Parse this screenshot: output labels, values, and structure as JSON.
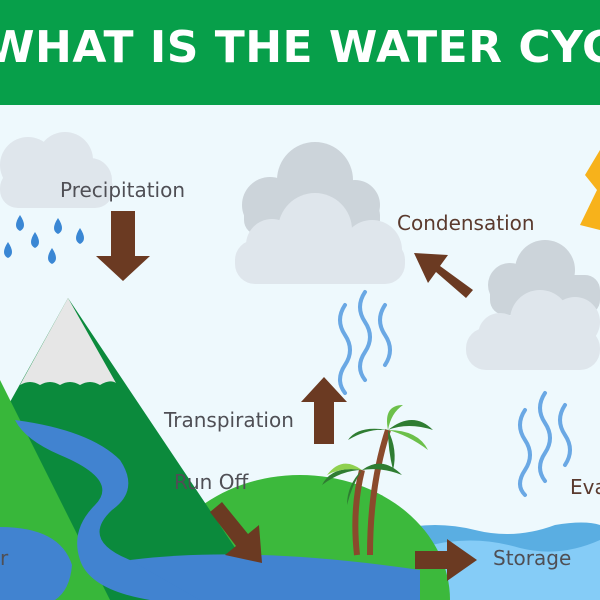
{
  "header": {
    "title": "WHAT IS THE WATER CYCLE"
  },
  "labels": {
    "precipitation": "Precipitation",
    "condensation": "Condensation",
    "transpiration": "Transpiration",
    "run_off": "Run Off",
    "storage": "Storage",
    "evaporation_partial": "Eva",
    "left_partial": "r"
  },
  "colors": {
    "header": "#079f4a",
    "sky": "#eef9fd",
    "arrow": "#6b3a22",
    "water": "#4183d0",
    "sea": "#85ccf7",
    "grass": "#3cb93c",
    "mountain": "#0b8a3c",
    "sun": "#f7b21b",
    "cloud": "#dfe6ec"
  }
}
